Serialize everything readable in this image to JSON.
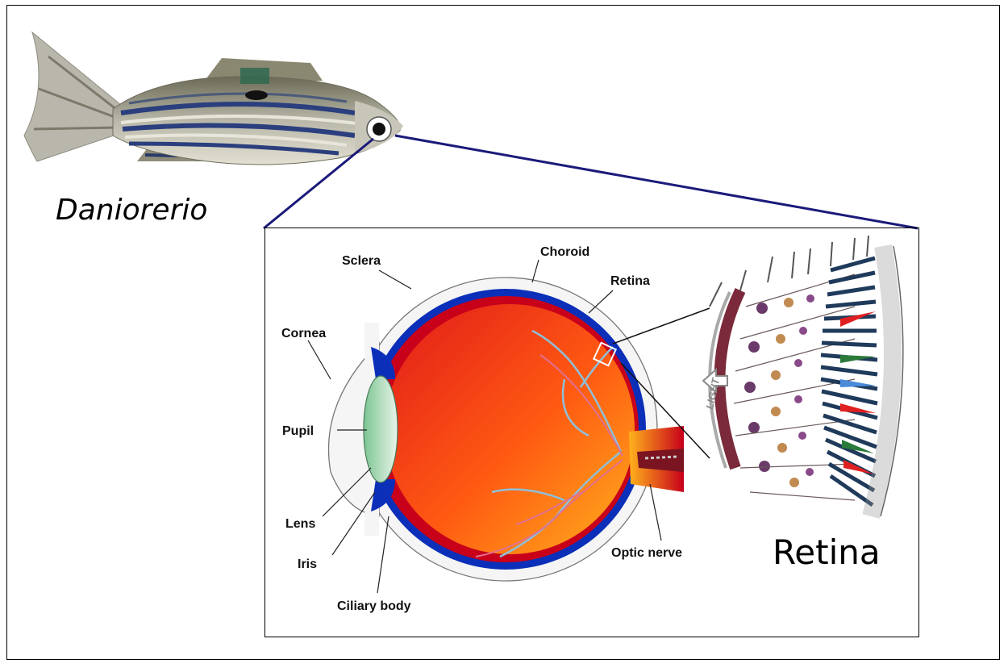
{
  "species_label": "Daniorerio",
  "retina_title": "Retina",
  "light_label": "LIGHT",
  "eye_labels": {
    "sclera": "Sclera",
    "choroid": "Choroid",
    "retina": "Retina",
    "cornea": "Cornea",
    "pupil": "Pupil",
    "lens": "Lens",
    "iris": "Iris",
    "ciliary_body": "Ciliary body",
    "optic_nerve": "Optic nerve"
  },
  "colors": {
    "connector": "#1a1a7a",
    "sclera": "#f4f4f4",
    "choroid": "#0b2fb8",
    "retina_layer": "#c8001a",
    "eye_interior_start": "#e8221a",
    "eye_interior_end": "#ffa21a",
    "lens": "#9fd4ae",
    "vessel_light": "#8fbfd8",
    "vessel_pink": "#e07090"
  },
  "icons": [
    "zebrafish-illustration",
    "eye-cross-section",
    "retina-layers-illustration",
    "light-arrow-icon"
  ]
}
